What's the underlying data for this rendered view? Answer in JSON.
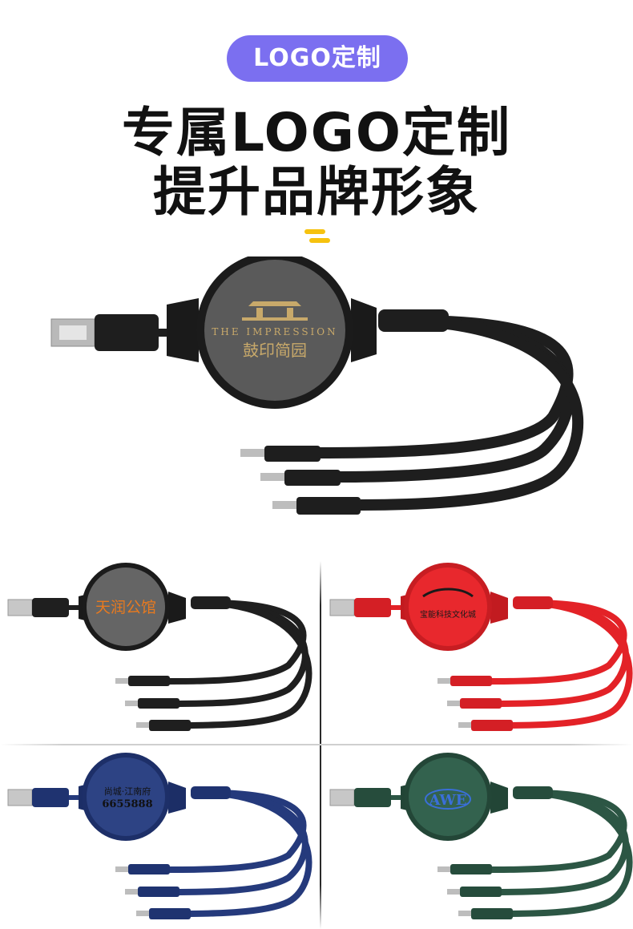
{
  "badge": {
    "label": "LOGO定制"
  },
  "headline": {
    "line1": "专属LOGO定制",
    "line2": "提升品牌形象"
  },
  "colors": {
    "badge": "#7b6ff0",
    "accent": "#f6c20f",
    "black": "#1f1f1f",
    "red": "#e32227",
    "blue": "#253a7c",
    "green": "#2c5644"
  },
  "main_product": {
    "logo_line1": "THE IMPRESSION",
    "logo_line2": "鼓印简园"
  },
  "variants": [
    {
      "color_name": "black",
      "logo": "天润公馆"
    },
    {
      "color_name": "red",
      "logo": "宝能科技文化城"
    },
    {
      "color_name": "blue",
      "logo_line1": "尚城·江南府",
      "logo_line2": "6655888"
    },
    {
      "color_name": "green",
      "logo": "AWE"
    }
  ]
}
